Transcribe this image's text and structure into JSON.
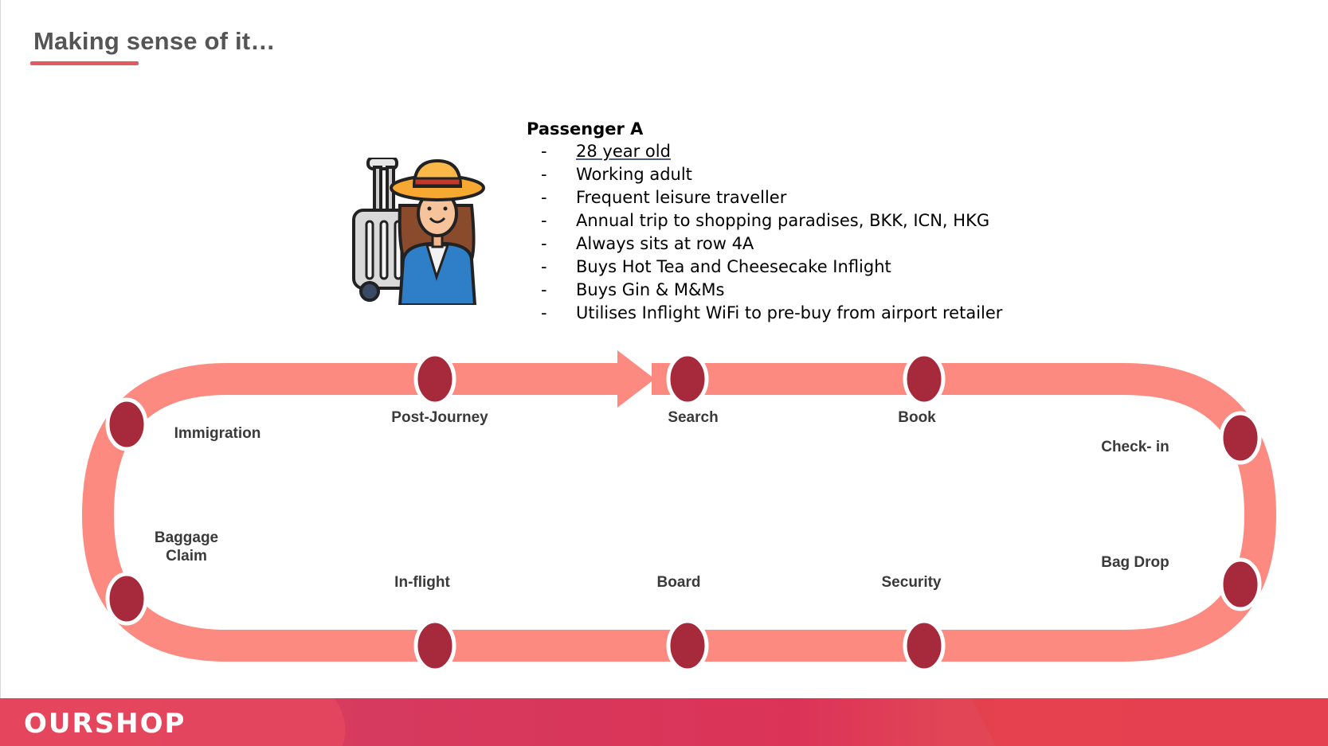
{
  "slide": {
    "title": "Making sense of it…"
  },
  "persona": {
    "name": "Passenger A",
    "bullet_marker": "-",
    "traits": [
      "28 year old",
      "Working adult",
      "Frequent leisure traveller",
      "Annual trip to shopping paradises, BKK, ICN, HKG",
      "Always sits at row 4A",
      "Buys Hot Tea and Cheesecake Inflight",
      "Buys Gin & M&Ms",
      "Utilises Inflight WiFi to pre-buy from airport retailer"
    ],
    "icon": "traveller-with-suitcase-icon"
  },
  "journey": {
    "stages": [
      "Search",
      "Book",
      "Check- in",
      "Bag Drop",
      "Security",
      "Board",
      "In-flight",
      "Baggage Claim",
      "Immigration",
      "Post-Journey"
    ],
    "loop_color": "#fd8a80",
    "node_color": "#a62a3c"
  },
  "footer": {
    "logo": "OURSHOP",
    "color": "#db3358"
  }
}
